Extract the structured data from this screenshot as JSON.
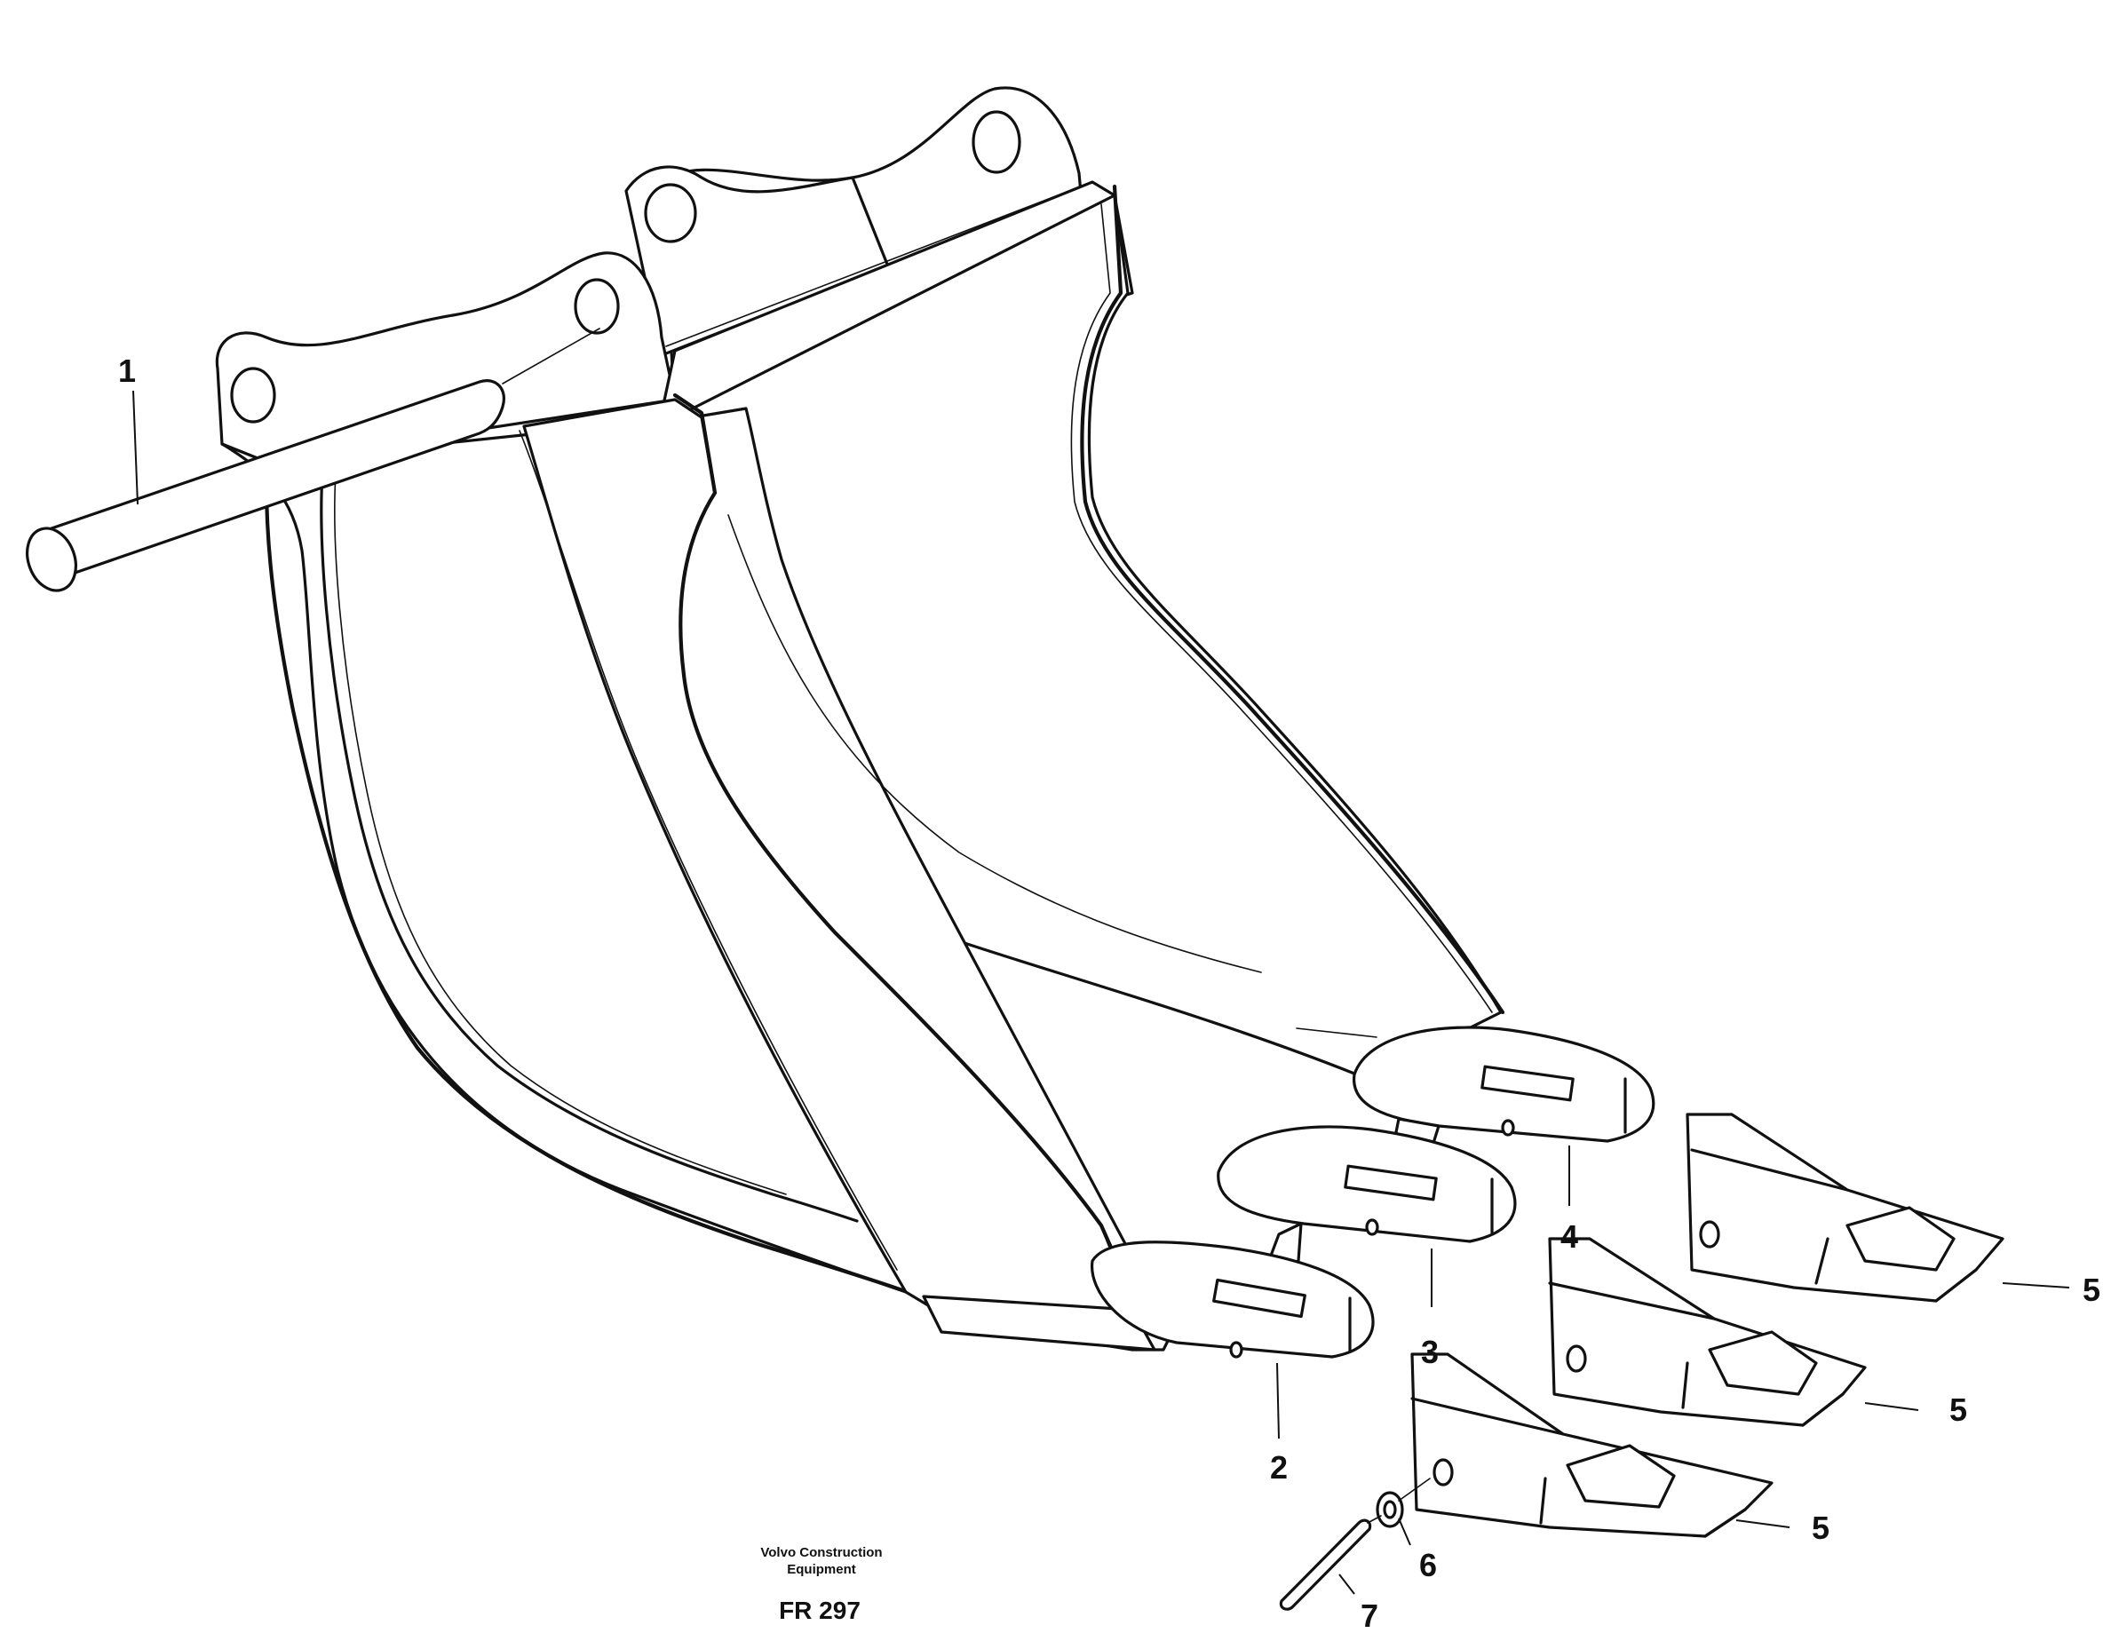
{
  "figure": {
    "publisher_line1": "Volvo Construction",
    "publisher_line2": "Equipment",
    "figure_code": "FR 297"
  },
  "callouts": [
    "1",
    "2",
    "3",
    "4",
    "5",
    "5",
    "5",
    "6",
    "7"
  ]
}
